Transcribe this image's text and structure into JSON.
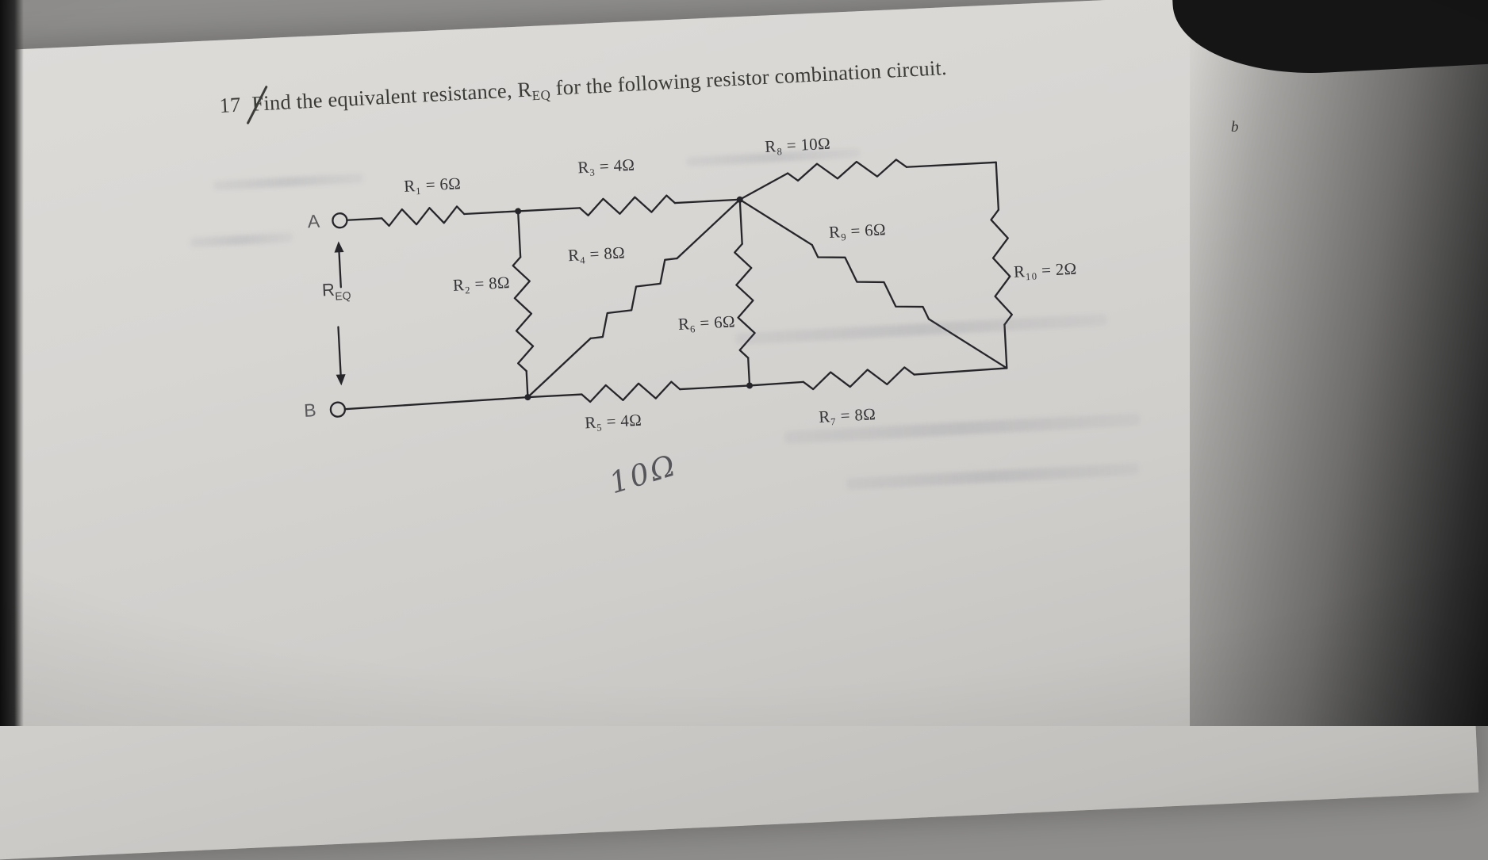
{
  "problem": {
    "number": "17",
    "text_pre": "Find the equivalent resistance, R",
    "req_subscript": "EQ",
    "text_post": " for the following resistor combination circuit."
  },
  "margin_note": "b",
  "answer": {
    "handwritten": "10Ω"
  },
  "circuit": {
    "terminals": [
      "A",
      "B"
    ],
    "req_label": {
      "base": "R",
      "sub": "EQ"
    },
    "resistors": [
      {
        "label": "R₁ = 6Ω",
        "ohms": 6,
        "between": [
          "A",
          "N1"
        ]
      },
      {
        "label": "R₂ = 8Ω",
        "ohms": 8,
        "between": [
          "N1",
          "N3"
        ]
      },
      {
        "label": "R₃ = 4Ω",
        "ohms": 4,
        "between": [
          "N1",
          "N2"
        ]
      },
      {
        "label": "R₄ = 8Ω",
        "ohms": 8,
        "between": [
          "N2",
          "N3"
        ]
      },
      {
        "label": "R₅ = 4Ω",
        "ohms": 4,
        "between": [
          "N3",
          "N4"
        ]
      },
      {
        "label": "R₆ = 6Ω",
        "ohms": 6,
        "between": [
          "N2",
          "N4"
        ]
      },
      {
        "label": "R₇ = 8Ω",
        "ohms": 8,
        "between": [
          "N4",
          "BR"
        ]
      },
      {
        "label": "R₈ = 10Ω",
        "ohms": 10,
        "between": [
          "N2",
          "TR"
        ]
      },
      {
        "label": "R₉ = 6Ω",
        "ohms": 6,
        "between": [
          "N2",
          "BR"
        ]
      },
      {
        "label": "R₁₀ = 2Ω",
        "ohms": 2,
        "between": [
          "TR",
          "BR"
        ]
      }
    ],
    "wire_joins": [
      [
        "B",
        "N3"
      ]
    ]
  }
}
